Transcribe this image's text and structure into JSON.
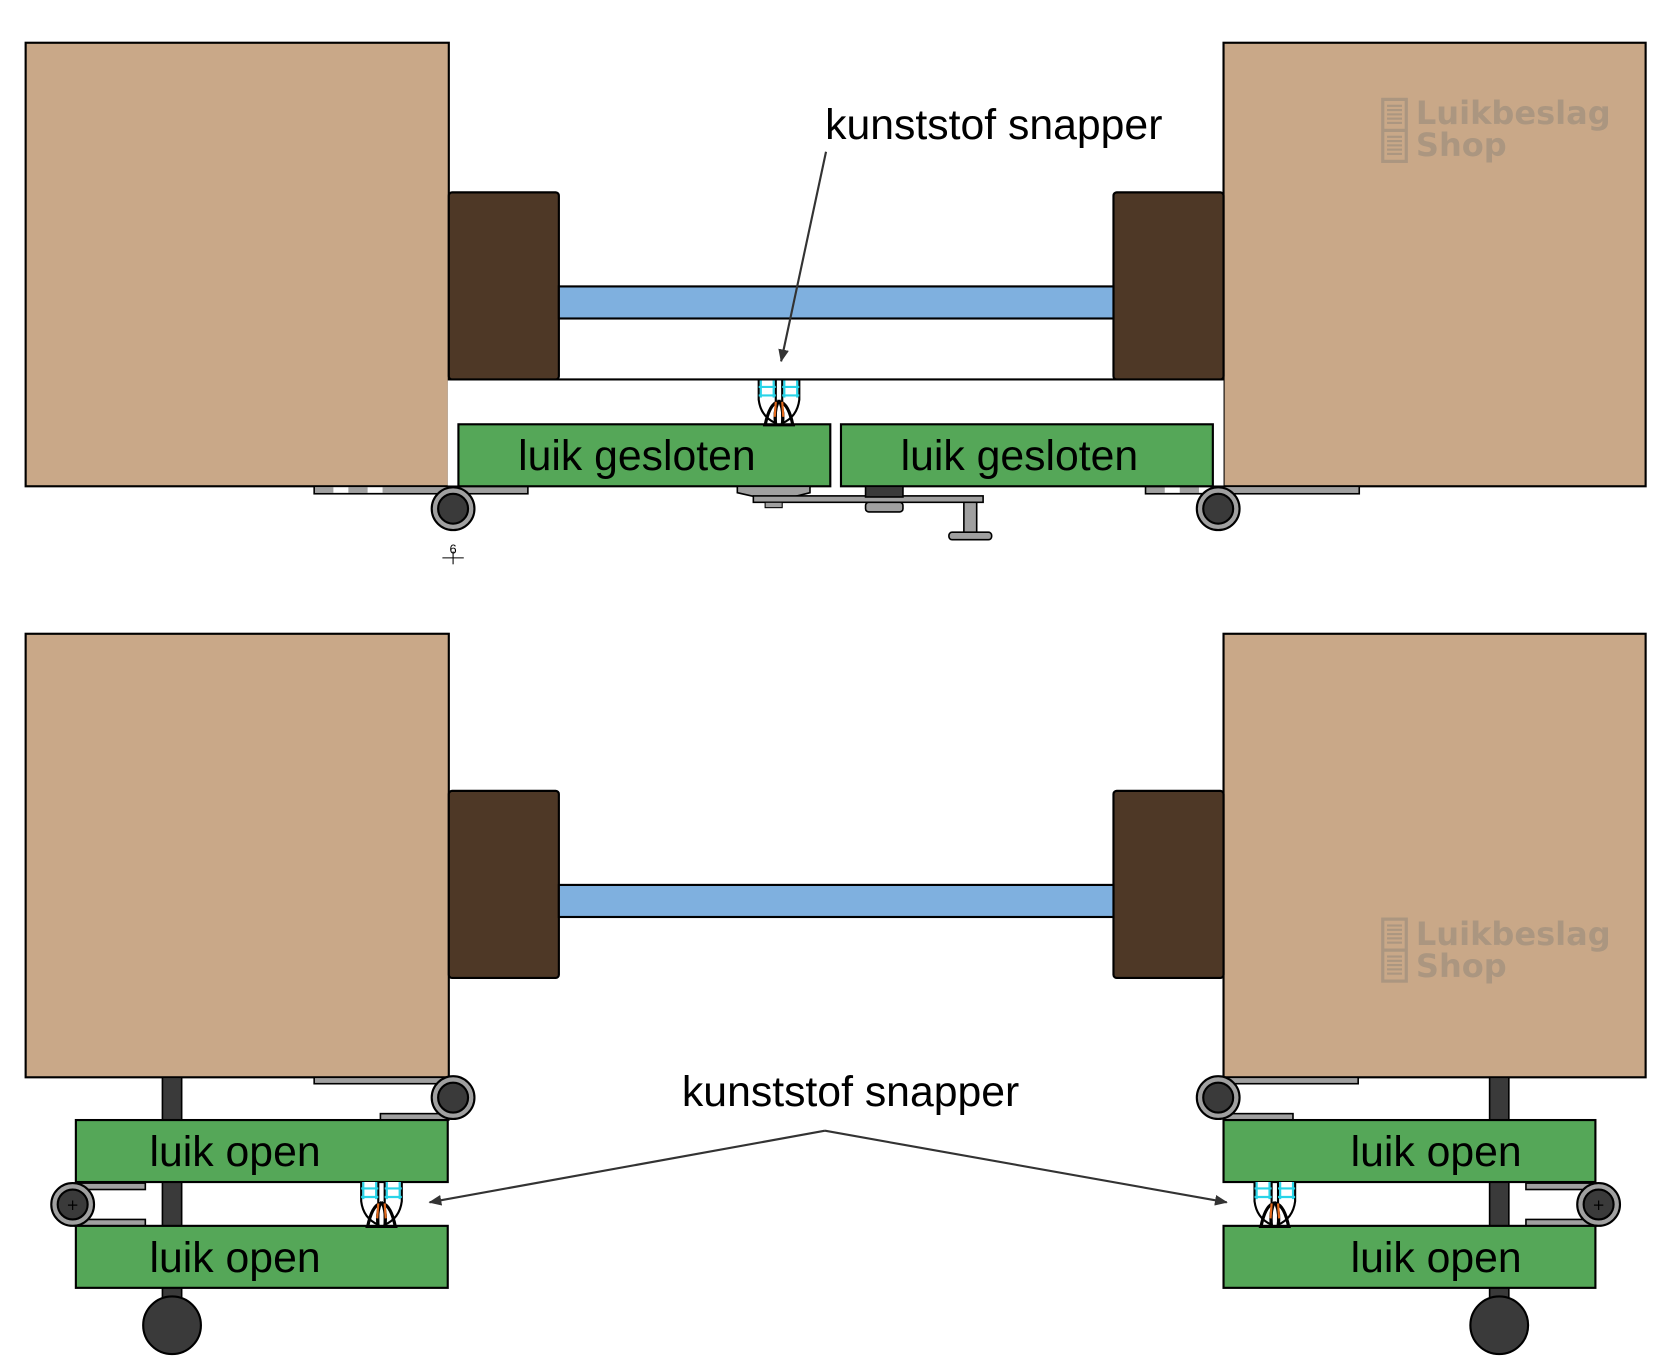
{
  "diagram": {
    "title": "Luik snapper closed vs open",
    "colors": {
      "wall": "#c9a888",
      "frame": "#4e3826",
      "glass": "#7fb0df",
      "shutter": "#55a758",
      "hardware_dark": "#3a3a3a",
      "hardware_light": "#a0a0a0",
      "snapper_accent": "#29d4e8",
      "snapper_orange": "#e56a1c",
      "watermark": "#a89580"
    },
    "top_panel": {
      "state": "closed",
      "callout": "kunststof snapper",
      "shutter_left": "luik gesloten",
      "shutter_right": "luik gesloten",
      "dimension": "6"
    },
    "bottom_panel": {
      "state": "open",
      "callout": "kunststof snapper",
      "shutters_left": [
        "luik open",
        "luik open"
      ],
      "shutters_right": [
        "luik open",
        "luik open"
      ]
    },
    "watermark": {
      "line1": "Luikbeslag",
      "line2": "Shop",
      "icon": "shutter-icon"
    }
  }
}
